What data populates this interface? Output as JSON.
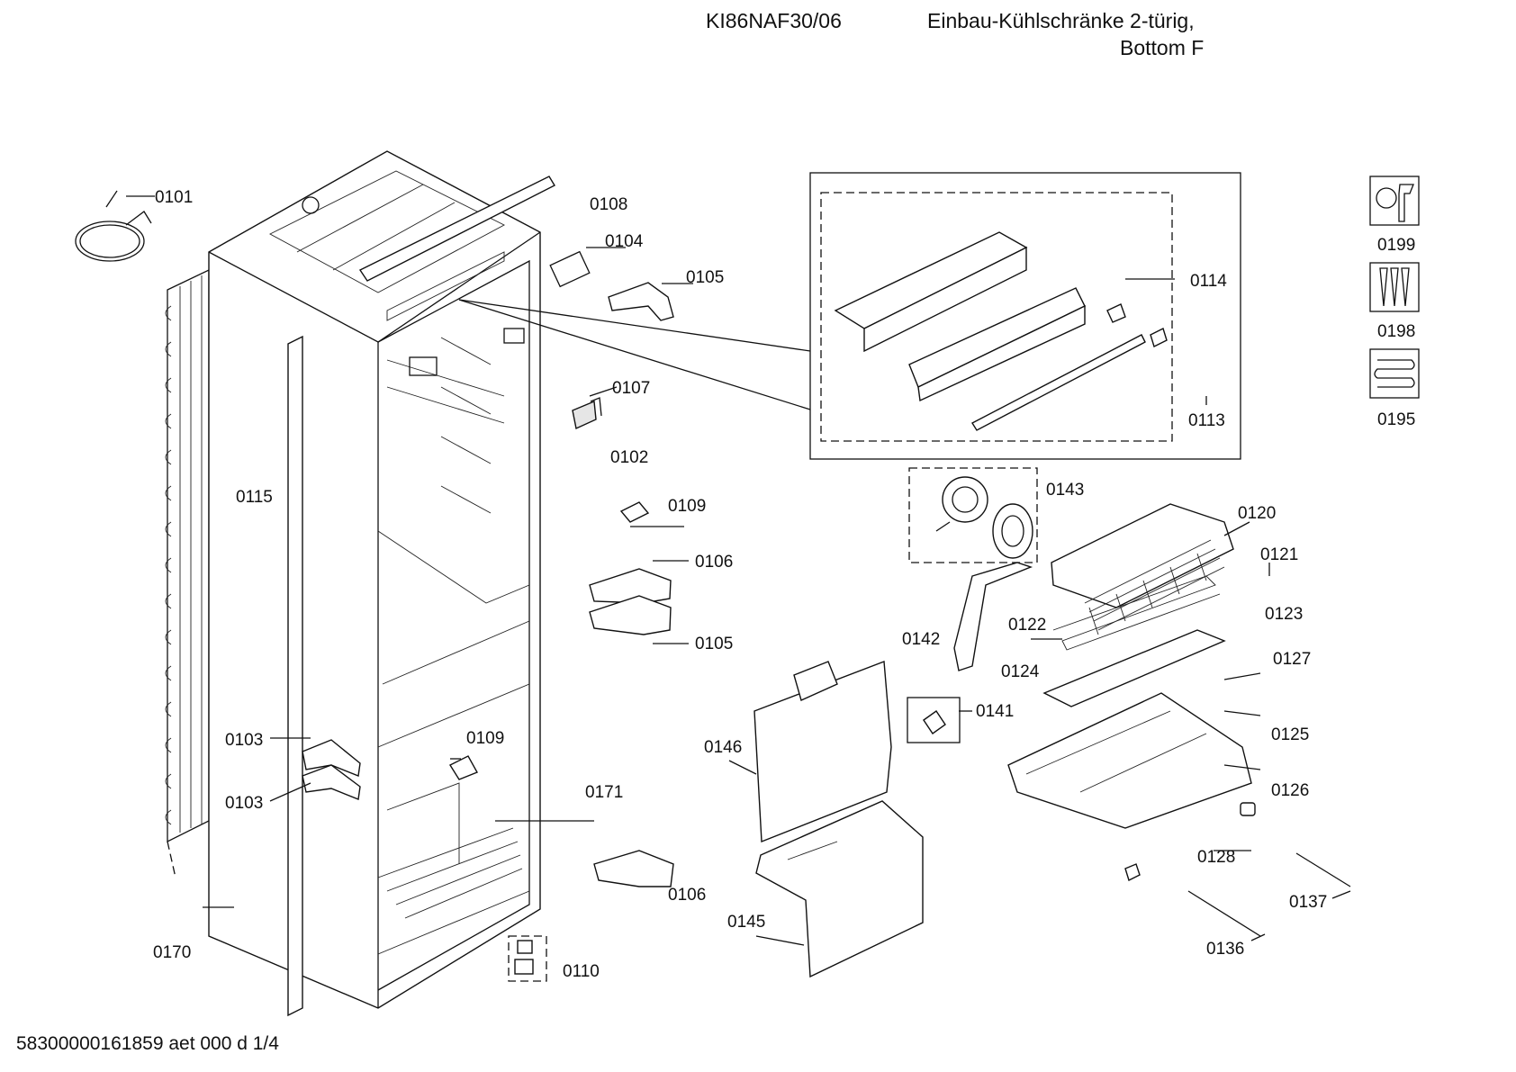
{
  "header": {
    "model": "KI86NAF30/06",
    "description_line1": "Einbau-Kühlschränke 2-türig,",
    "description_line2": "Bottom F"
  },
  "footer": {
    "doc_id": "58300000161859 aet 000 d 1/4"
  },
  "parts": {
    "p0101": "0101",
    "p0108": "0108",
    "p0104": "0104",
    "p0105a": "0105",
    "p0107": "0107",
    "p0102": "0102",
    "p0109a": "0109",
    "p0106a": "0106",
    "p0105b": "0105",
    "p0115": "0115",
    "p0103a": "0103",
    "p0103b": "0103",
    "p0109b": "0109",
    "p0171": "0171",
    "p0106b": "0106",
    "p0170": "0170",
    "p0110": "0110",
    "p0114": "0114",
    "p0113": "0113",
    "p0143": "0143",
    "p0120": "0120",
    "p0121": "0121",
    "p0123": "0123",
    "p0122": "0122",
    "p0142": "0142",
    "p0124": "0124",
    "p0127": "0127",
    "p0141": "0141",
    "p0125": "0125",
    "p0146": "0146",
    "p0126": "0126",
    "p0128": "0128",
    "p0137": "0137",
    "p0136": "0136",
    "p0145": "0145",
    "p0199": "0199",
    "p0198": "0198",
    "p0195": "0195"
  },
  "icons": [
    "wrench-screw-icon",
    "screws-icon",
    "heater-coil-icon"
  ]
}
